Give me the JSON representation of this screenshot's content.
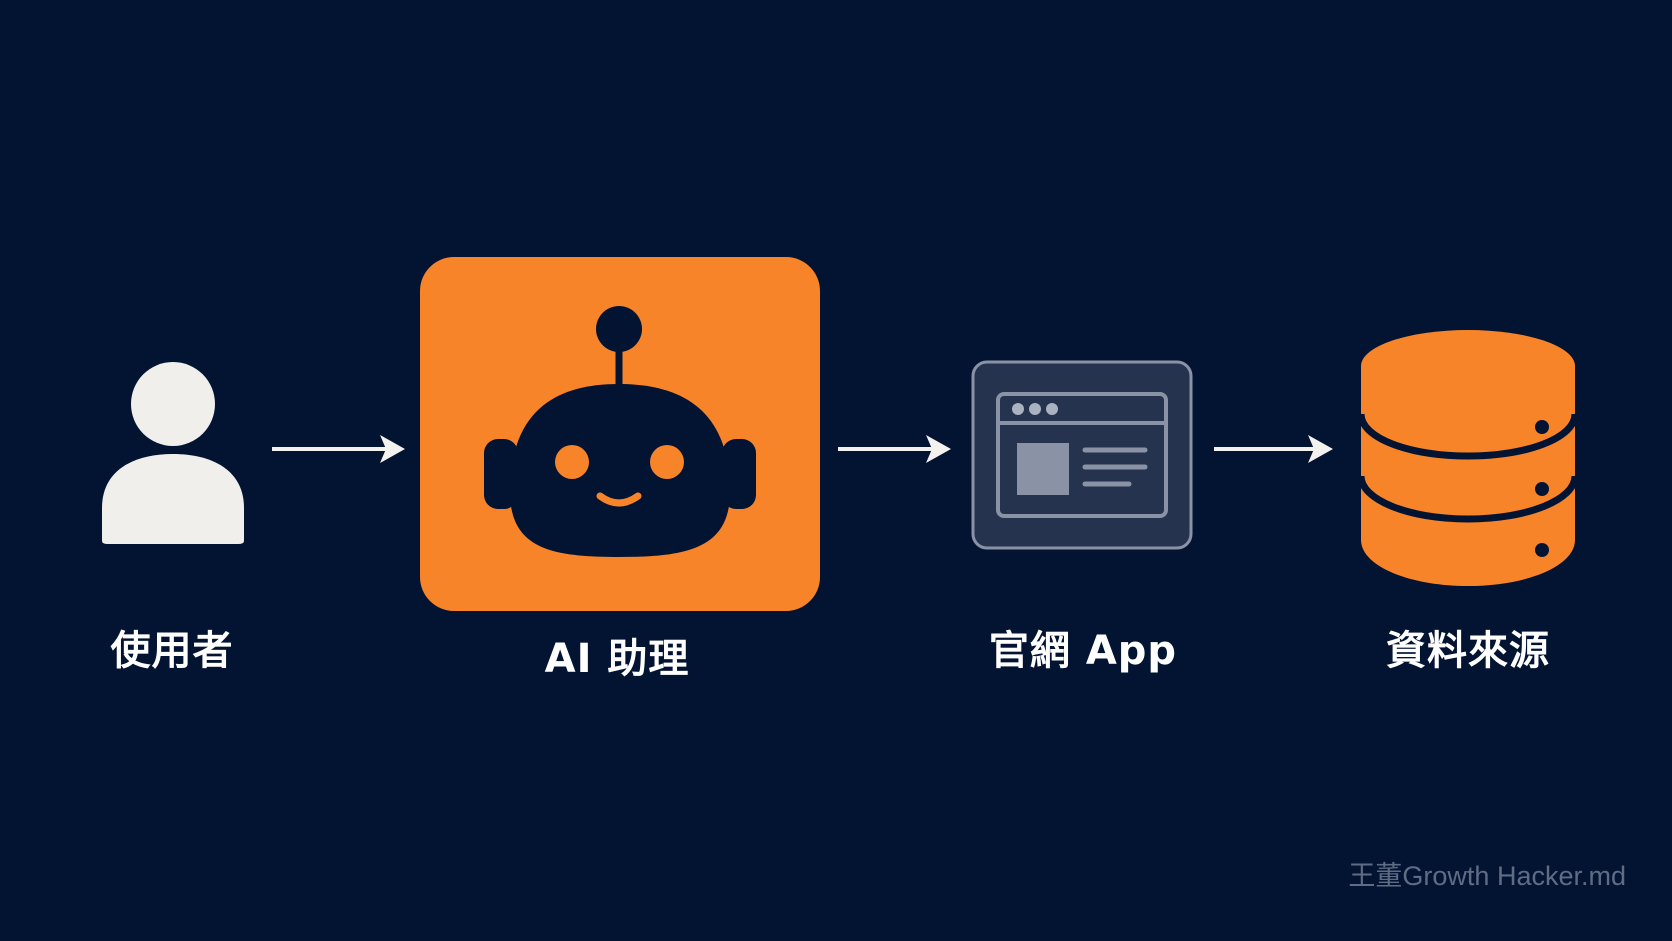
{
  "nodes": {
    "user": {
      "label": "使用者",
      "icon": "user-icon"
    },
    "assistant": {
      "label": "AI 助理",
      "icon": "robot-icon"
    },
    "site": {
      "label": "官網 App",
      "icon": "browser-window-icon"
    },
    "data": {
      "label": "資料來源",
      "icon": "database-icon"
    }
  },
  "watermark": "王董Growth Hacker.md",
  "colors": {
    "background": "#031433",
    "accent": "#f8842a",
    "light": "#f1efec",
    "arrow": "#f4f2ef",
    "panel": "#26334f",
    "panel_border": "#8a93a6"
  }
}
